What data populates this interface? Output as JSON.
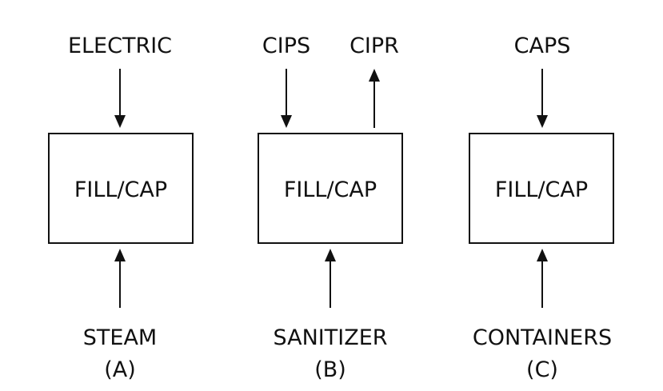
{
  "colors": {
    "ink": "#111111",
    "background": "#ffffff"
  },
  "panels": [
    {
      "id": "a",
      "box_label": "FILL/CAP",
      "top_inputs": [
        "ELECTRIC"
      ],
      "top_outputs": [],
      "bottom_input": "STEAM",
      "caption": "(A)"
    },
    {
      "id": "b",
      "box_label": "FILL/CAP",
      "top_inputs": [
        "CIPS"
      ],
      "top_outputs": [
        "CIPR"
      ],
      "bottom_input": "SANITIZER",
      "caption": "(B)"
    },
    {
      "id": "c",
      "box_label": "FILL/CAP",
      "top_inputs": [
        "CAPS"
      ],
      "top_outputs": [],
      "bottom_input": "CONTAINERS",
      "caption": "(C)"
    }
  ]
}
